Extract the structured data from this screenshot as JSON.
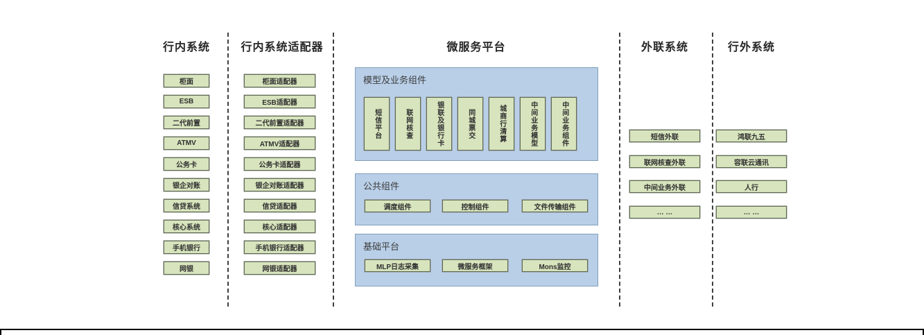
{
  "diagram_title_center": "微服务平台",
  "columns": [
    {
      "title": "行内系统",
      "items": [
        "柜面",
        "ESB",
        "二代前置",
        "ATMV",
        "公务卡",
        "银企对账",
        "信贷系统",
        "核心系统",
        "手机银行",
        "网银"
      ]
    },
    {
      "title": "行内系统适配器",
      "items": [
        "柜面适配器",
        "ESB适配器",
        "二代前置适配器",
        "ATMV适配器",
        "公务卡适配器",
        "银企对账适配器",
        "信贷适配器",
        "核心适配器",
        "手机银行适配器",
        "网银适配器"
      ]
    },
    {
      "title": "微服务平台",
      "groups": [
        {
          "label": "模型及业务组件",
          "orientation": "vertical",
          "items": [
            "短信平台",
            "联网核查",
            "银联及银行卡",
            "同城票交",
            "城商行清算",
            "中间业务模型",
            "中间业务组件"
          ]
        },
        {
          "label": "公共组件",
          "orientation": "horizontal",
          "items": [
            "调度组件",
            "控制组件",
            "文件传输组件"
          ]
        },
        {
          "label": "基础平台",
          "orientation": "horizontal",
          "items": [
            "MLP日志采集",
            "微服务框架",
            "Mons监控"
          ]
        }
      ]
    },
    {
      "title": "外联系统",
      "items": [
        "短信外联",
        "联网核查外联",
        "中间业务外联",
        "… …"
      ]
    },
    {
      "title": "行外系统",
      "items": [
        "鸿联九五",
        "容联云通讯",
        "人行",
        "… …"
      ]
    }
  ],
  "colors": {
    "box_fill": "#d7e4bd",
    "box_border": "#5f6b52",
    "panel_fill": "#b9cfe8",
    "panel_border": "#7f9db9",
    "divider": "#3f3f3f",
    "title_text": "#262626",
    "label_text": "#303030",
    "frame_line": "#000000"
  }
}
